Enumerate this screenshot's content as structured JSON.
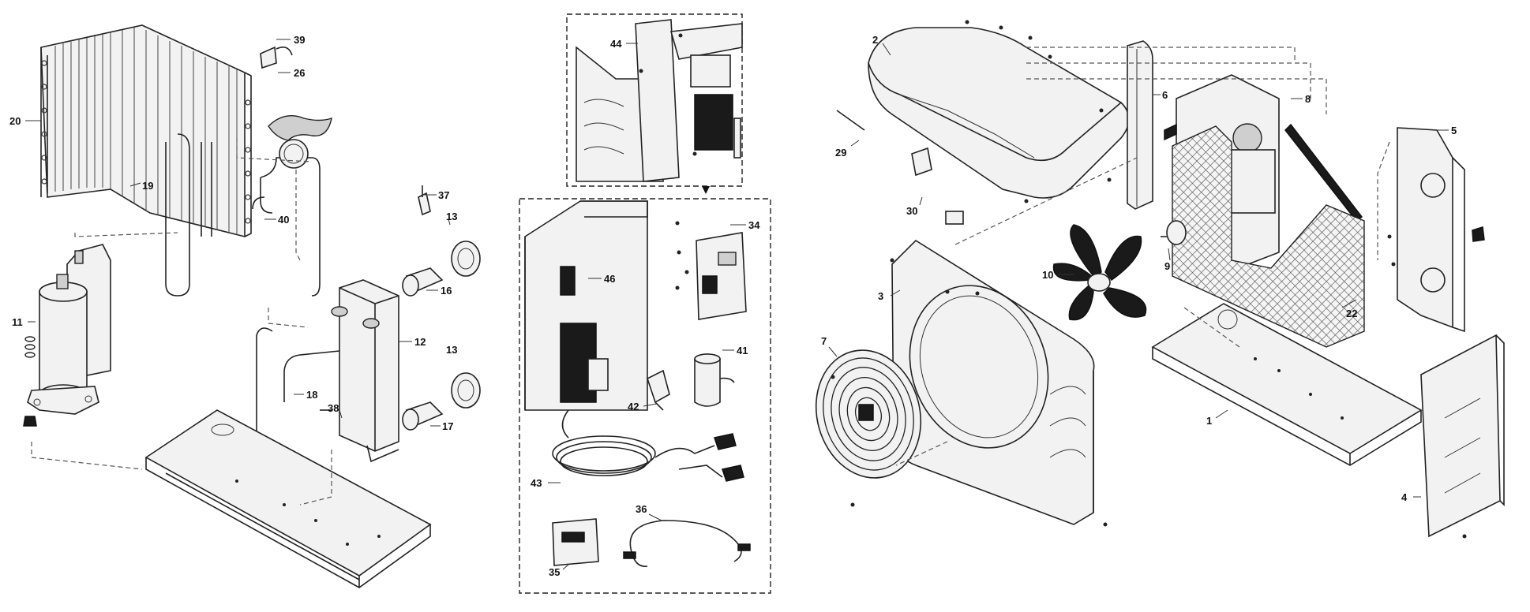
{
  "callouts": {
    "c1": "1",
    "c2": "2",
    "c3": "3",
    "c4": "4",
    "c5": "5",
    "c6": "6",
    "c7": "7",
    "c8": "8",
    "c9": "9",
    "c10": "10",
    "c11": "11",
    "c12": "12",
    "c13a": "13",
    "c13b": "13",
    "c16": "16",
    "c17": "17",
    "c18": "18",
    "c19": "19",
    "c20": "20",
    "c22": "22",
    "c26": "26",
    "c29": "29",
    "c30": "30",
    "c34": "34",
    "c35": "35",
    "c36": "36",
    "c37": "37",
    "c38": "38",
    "c39": "39",
    "c40": "40",
    "c41": "41",
    "c42": "42",
    "c43": "43",
    "c44": "44",
    "c46": "46"
  }
}
